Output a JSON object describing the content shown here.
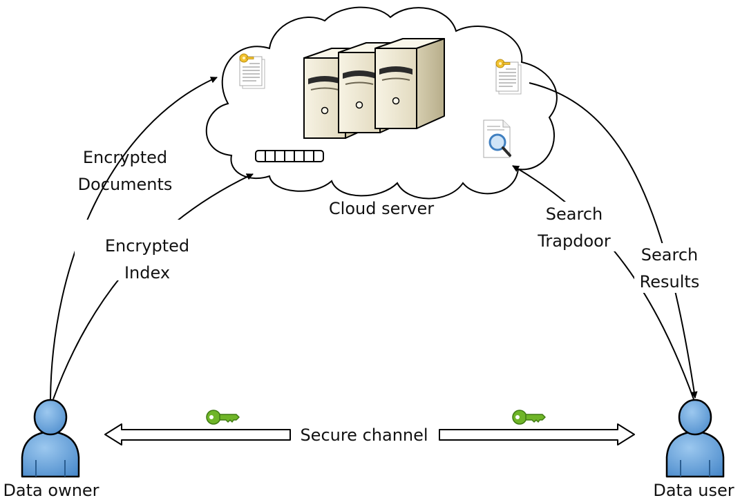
{
  "labels": {
    "cloud_server": "Cloud server",
    "encrypted_documents": [
      "Encrypted",
      "Documents"
    ],
    "encrypted_index": [
      "Encrypted",
      "Index"
    ],
    "search_trapdoor": [
      "Search",
      "Trapdoor"
    ],
    "search_results": [
      "Search",
      "Results"
    ],
    "secure_channel": "Secure channel",
    "data_owner": "Data owner",
    "data_user": "Data user"
  },
  "icons": {
    "server": "server-tower-icon",
    "encrypted_document": "encrypted-document-icon",
    "search_document": "magnifier-document-icon",
    "index": "index-array-icon",
    "key": "key-icon",
    "person": "person-icon"
  },
  "colors": {
    "person_fill": "#5b9bd5",
    "key_fill": "#6fb528",
    "doc_key": "#f2c230",
    "server_body": "#efe9d2",
    "server_side": "#c9c0a0",
    "magnifier": "#3f7fc0"
  }
}
